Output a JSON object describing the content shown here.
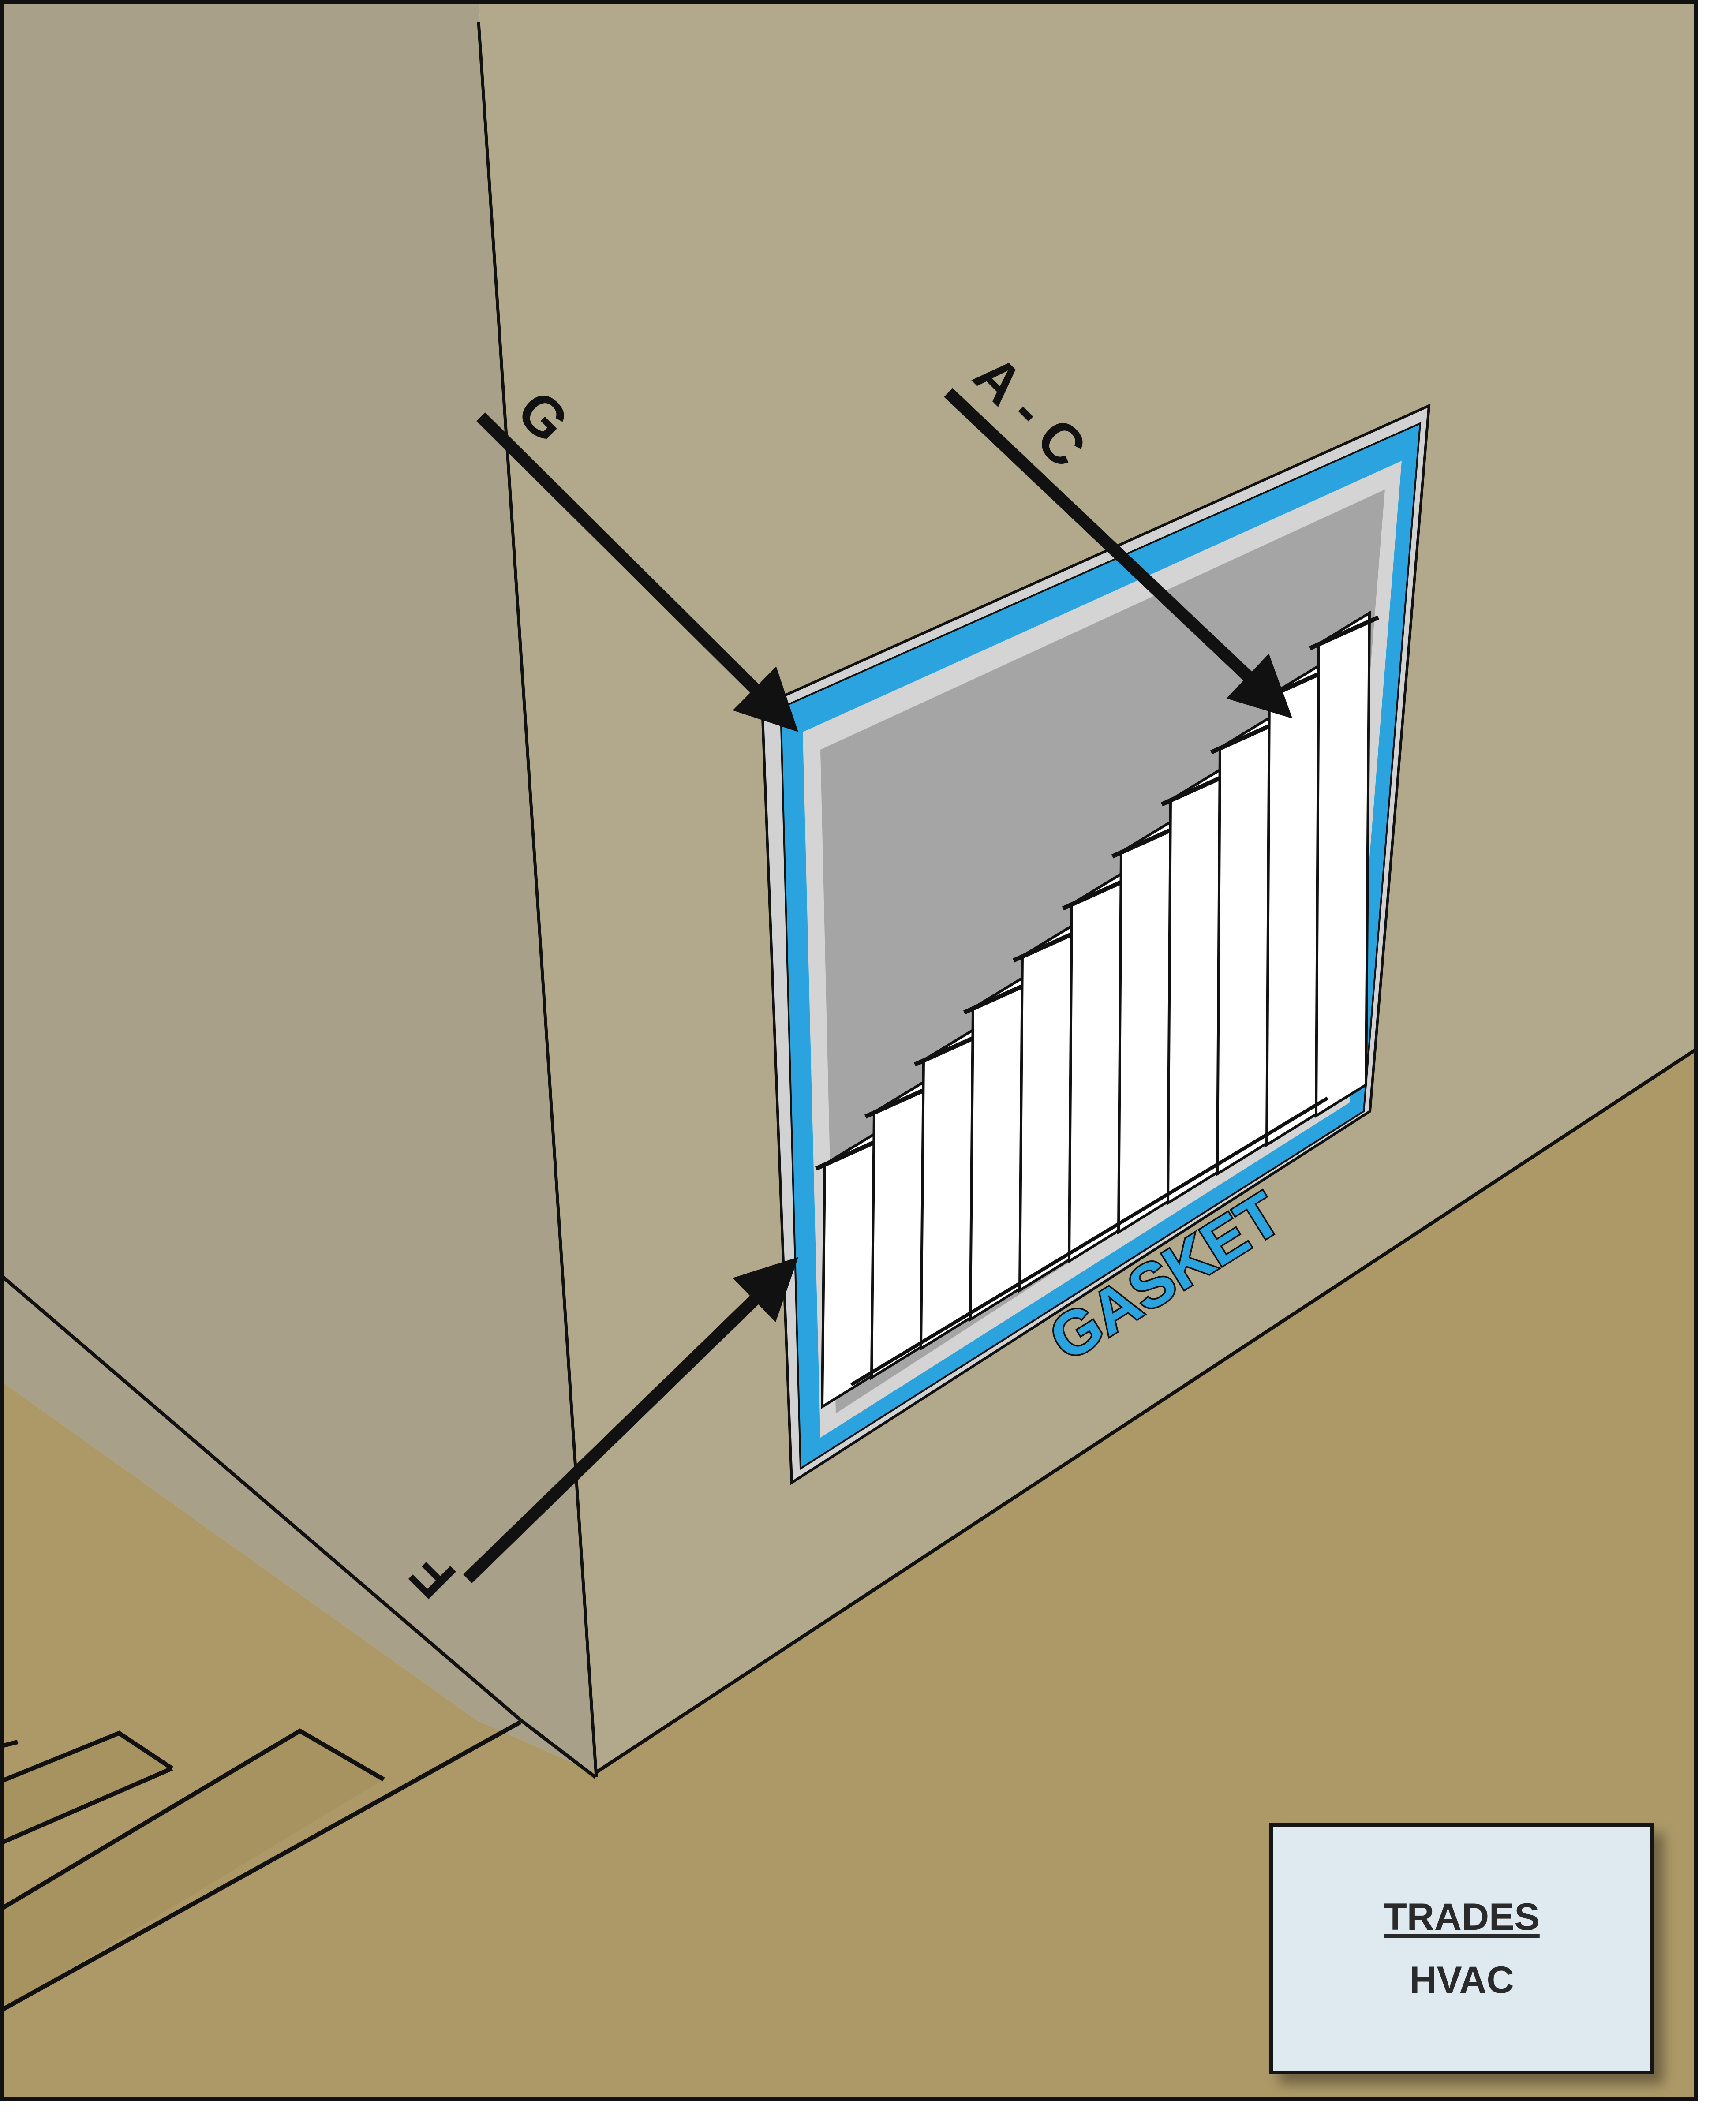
{
  "labels": {
    "g": "G",
    "a_c": "A - C",
    "f": "F",
    "gasket": "GASKET"
  },
  "title_block": {
    "line1": "TRADES",
    "line2": "HVAC"
  },
  "colors": {
    "wall": "#b2a98d",
    "wall_shadow": "#a9a089",
    "floor": "#ad9968",
    "gasket": "#2aa3de",
    "grille_back": "#a6a5a6",
    "louver": "#ffffff",
    "frame": "#d4d4d4",
    "ink": "#111111"
  }
}
